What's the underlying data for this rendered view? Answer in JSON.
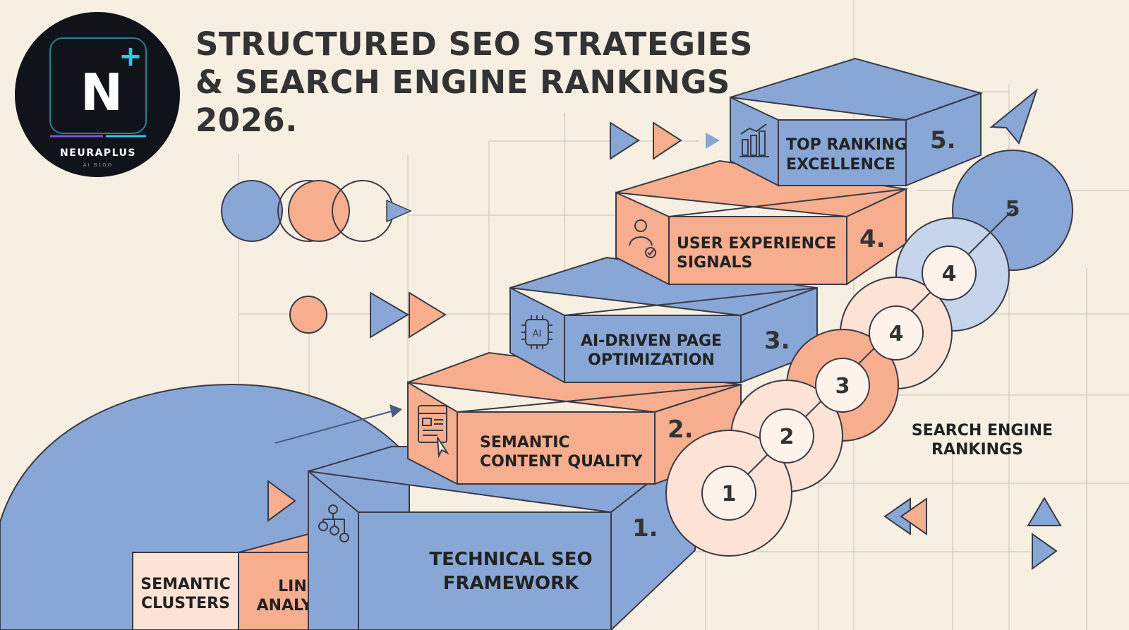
{
  "colors": {
    "background": "#f6efe2",
    "blue": "#88a7d6",
    "blue_dark": "#6f8fc4",
    "orange": "#f6ae8f",
    "orange_light": "#fde3d5",
    "outline": "#3a3a46",
    "logo_bg": "#11131a",
    "logo_accent": "#2fc8e8",
    "logo_purple": "#7b55d8"
  },
  "logo": {
    "letter": "N",
    "plus": "+",
    "brand": "NEURAPLUS",
    "subtitle": "AI BLOG"
  },
  "title": {
    "line1": "STRUCTURED SEO STRATEGIES",
    "line2": "& SEARCH ENGINE RANKINGS",
    "line3": "2026."
  },
  "steps": [
    {
      "number": "1.",
      "line1": "TECHNICAL SEO",
      "line2": "FRAMEWORK",
      "icon": "sitemap-icon"
    },
    {
      "number": "2.",
      "line1": "SEMANTIC",
      "line2": "CONTENT QUALITY",
      "icon": "webpage-cursor-icon"
    },
    {
      "number": "3.",
      "line1": "AI-DRIVEN PAGE",
      "line2": "OPTIMIZATION",
      "icon": "ai-chip-icon"
    },
    {
      "number": "4.",
      "line1": "USER EXPERIENCE",
      "line2": "SIGNALS",
      "icon": "users-icon"
    },
    {
      "number": "5.",
      "line1": "TOP RANKING",
      "line2": "EXCELLENCE",
      "icon": "bar-chart-icon"
    }
  ],
  "base_blocks": [
    {
      "line1": "SEMANTIC",
      "line2": "CLUSTERS"
    },
    {
      "line1": "LINK",
      "line2": "ANALYSIS"
    }
  ],
  "ranking_circles": [
    "1",
    "2",
    "3",
    "4",
    "4",
    "5"
  ],
  "rankings_label": {
    "line1": "SEARCH ENGINE",
    "line2": "RANKINGS"
  }
}
